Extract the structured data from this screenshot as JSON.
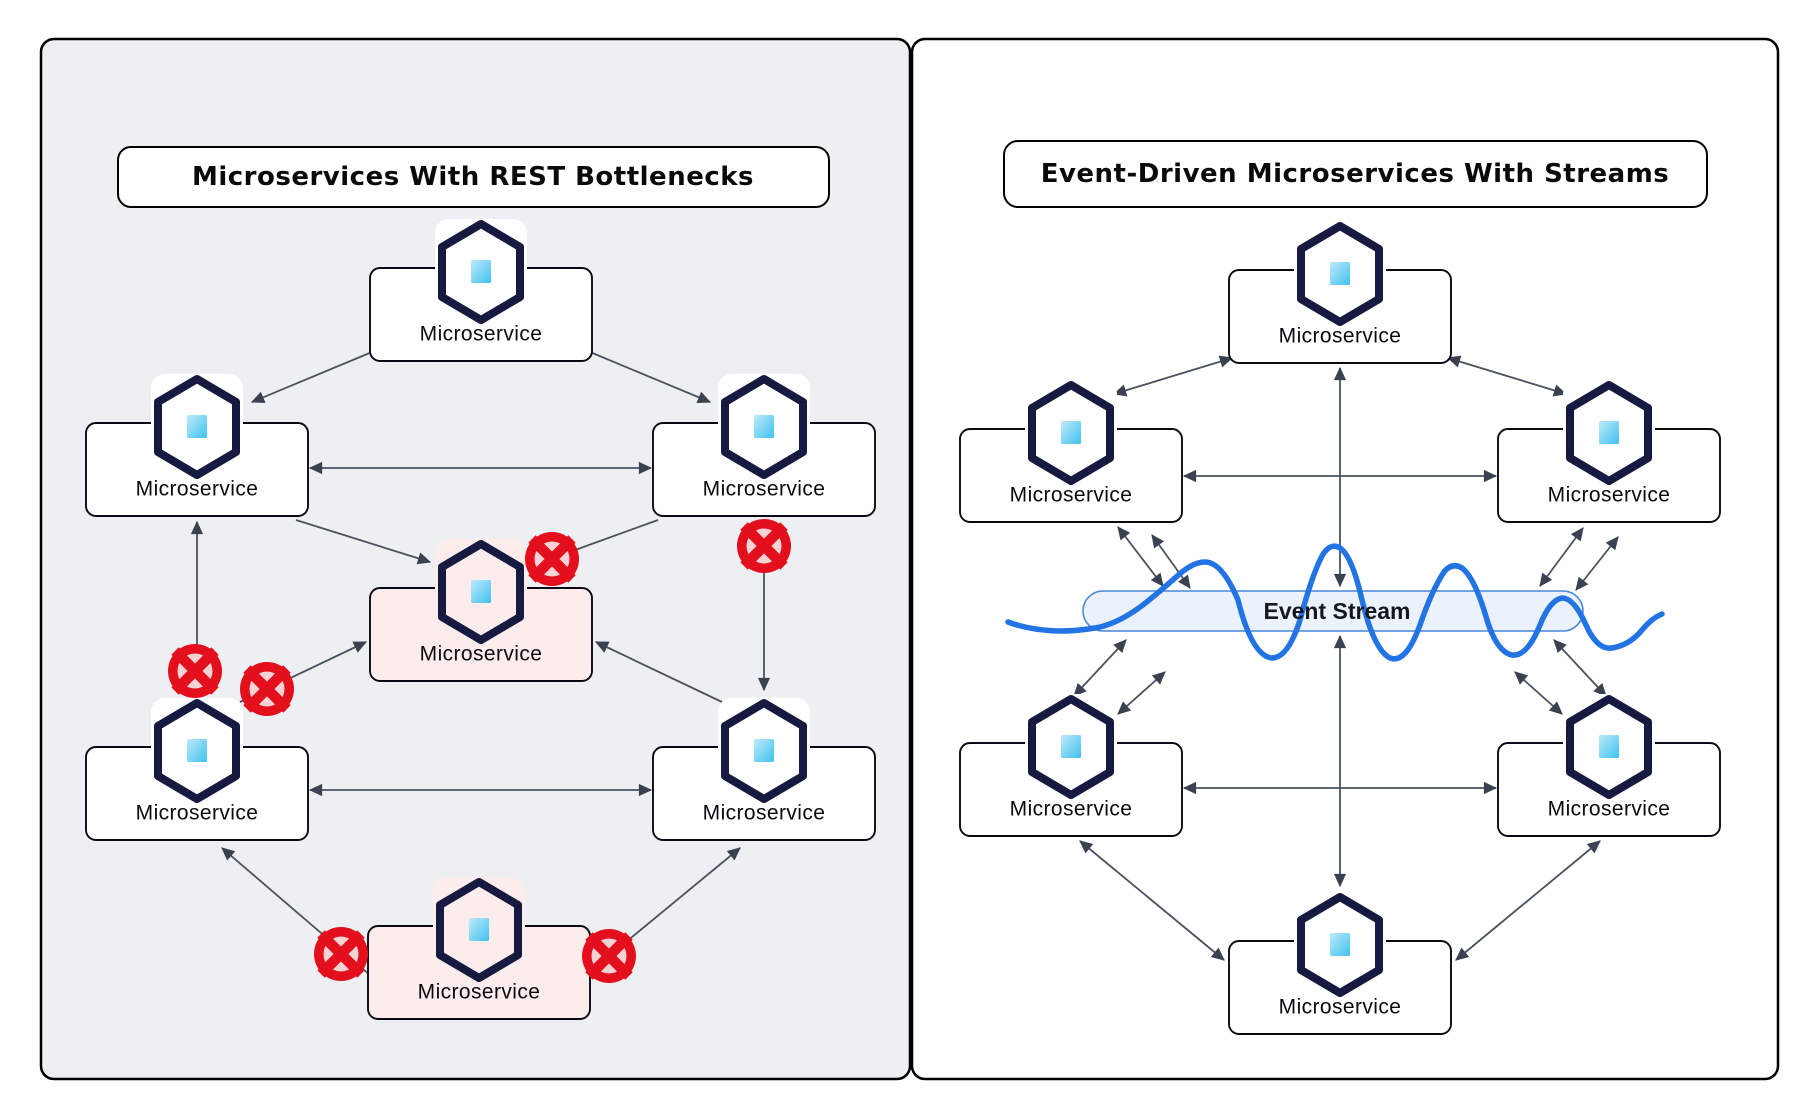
{
  "diagram": {
    "left_panel": {
      "title": "Microservices With REST Bottlenecks",
      "nodes": [
        {
          "label": "Microservice",
          "variant": "normal"
        },
        {
          "label": "Microservice",
          "variant": "normal"
        },
        {
          "label": "Microservice",
          "variant": "normal"
        },
        {
          "label": "Microservice",
          "variant": "bottleneck"
        },
        {
          "label": "Microservice",
          "variant": "normal"
        },
        {
          "label": "Microservice",
          "variant": "normal"
        },
        {
          "label": "Microservice",
          "variant": "bottleneck"
        }
      ],
      "error_badge_count": 6
    },
    "right_panel": {
      "title": "Event-Driven Microservices With Streams",
      "nodes": [
        {
          "label": "Microservice",
          "variant": "normal"
        },
        {
          "label": "Microservice",
          "variant": "normal"
        },
        {
          "label": "Microservice",
          "variant": "normal"
        },
        {
          "label": "Microservice",
          "variant": "normal"
        },
        {
          "label": "Microservice",
          "variant": "normal"
        },
        {
          "label": "Microservice",
          "variant": "normal"
        }
      ],
      "stream_label": "Event Stream"
    },
    "colors": {
      "panel_left_bg": "#edeff2",
      "panel_right_bg": "#ffffff",
      "node_bg": "#ffffff",
      "bottleneck_bg": "#fcedec",
      "node_border": "#0a0a14",
      "hexagon": "#161a41",
      "icon_square_light": "#bfeafa",
      "icon_square_dark": "#3fc1ef",
      "edge": "#4a5260",
      "arrowhead": "#3a4150",
      "error_red": "#e30f1c",
      "error_pink": "#f8d2d5",
      "stream_fill": "#e9f1fc",
      "stream_border": "#4a86d8",
      "wave_blue": "#2273e3"
    }
  }
}
